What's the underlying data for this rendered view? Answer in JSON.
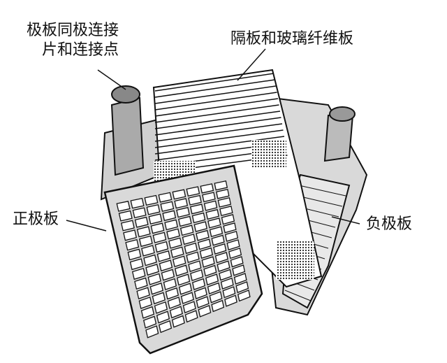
{
  "labels": {
    "connector_line1": "极板同极连接",
    "connector_line2": "片和连接点",
    "separator": "隔板和玻璃纤维板",
    "positive_plate": "正极板",
    "negative_plate": "负极板"
  },
  "colors": {
    "ink": "#111111",
    "plate_fill": "#d9d9d9",
    "paper": "#ffffff"
  }
}
